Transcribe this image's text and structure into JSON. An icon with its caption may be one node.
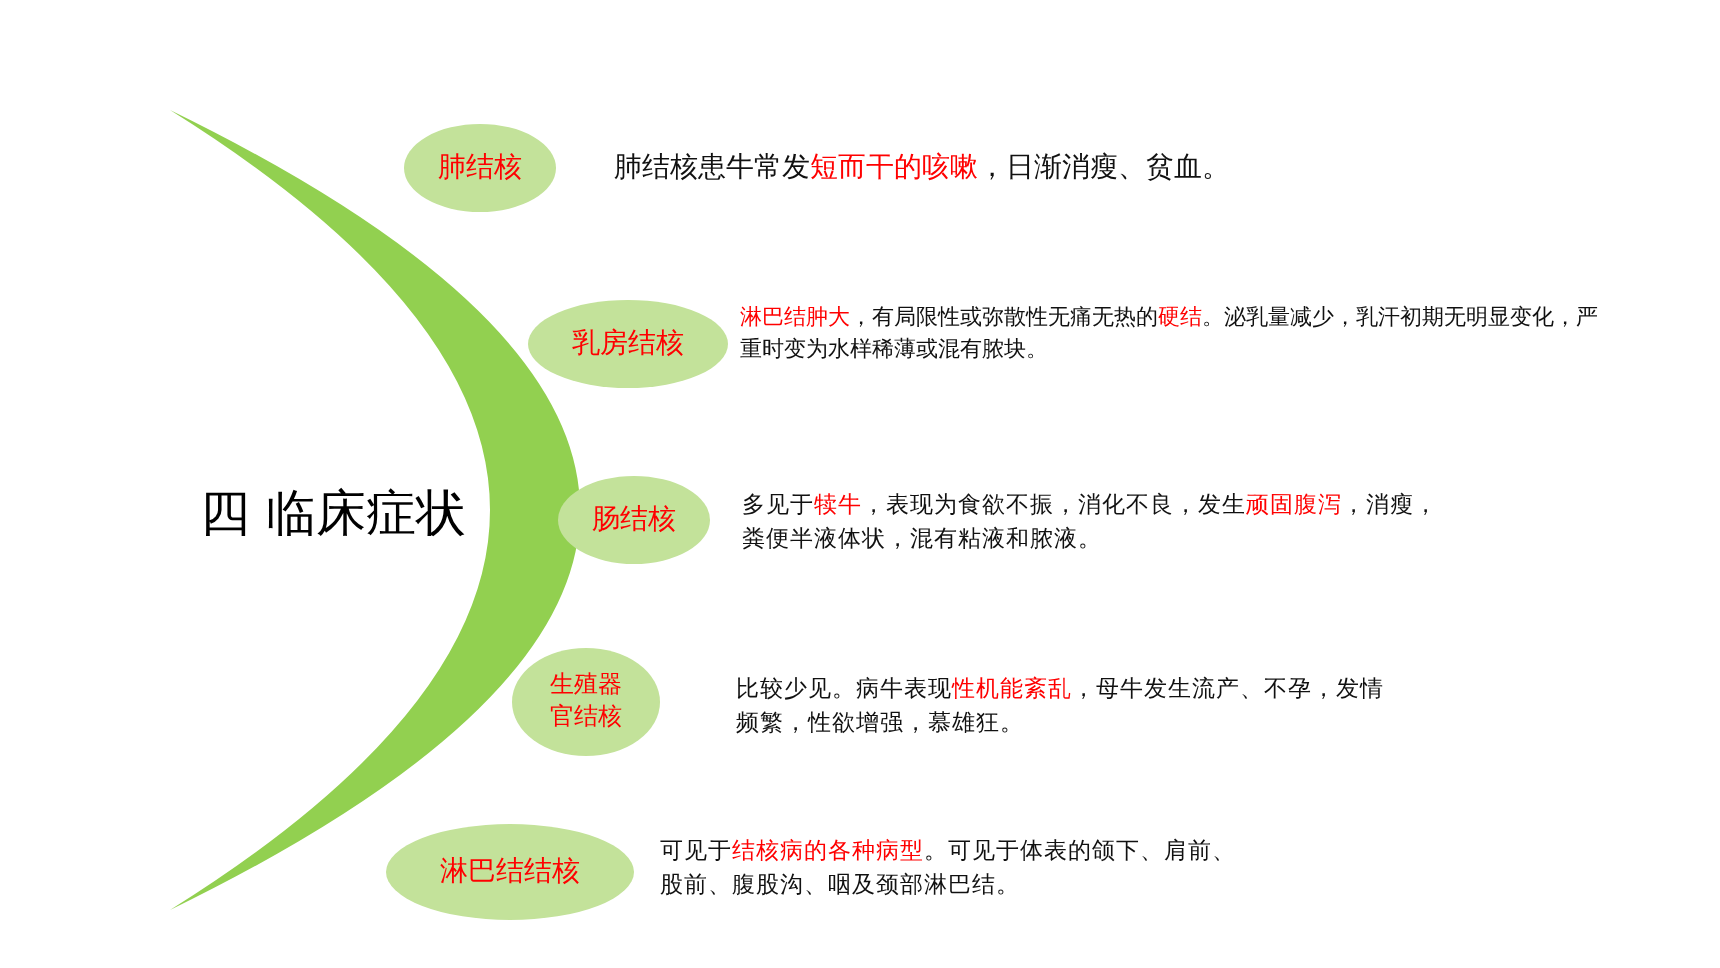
{
  "diagram": {
    "title": "四 临床症状",
    "nodes": [
      {
        "text": [
          "肺结核"
        ],
        "beside": [
          "肺结核患牛常发**短而干的咳嗽**，日渐消瘦、贫血。"
        ]
      },
      {
        "text": [
          "乳房结核"
        ],
        "beside": [
          "**淋巴结肿大**，有局限性或弥散性无痛无热的**硬结**。泌乳量减少，乳汗初期无明显变化，严重时变为水样稀薄或混有脓块。"
        ]
      },
      {
        "text": [
          "肠结核"
        ],
        "beside": [
          "多见于**犊牛**，表现为食欲不振，消化不良，发生**顽固腹泻**，消瘦，粪便半液体状，混有粘液和脓液。"
        ]
      },
      {
        "text": [
          "生殖器官结核"
        ],
        "beside": [
          "比较少见。病牛表现**性机能紊乱**，母牛发生流产、不孕，发情频繁，性欲增强，慕雄狂。"
        ]
      },
      {
        "text": [
          "淋巴结结核"
        ],
        "beside": [
          "可见于**结核病的各种病型**。可见于体表的颌下、肩前、股前、腹股沟、咽及颈部淋巴结。"
        ]
      }
    ]
  }
}
